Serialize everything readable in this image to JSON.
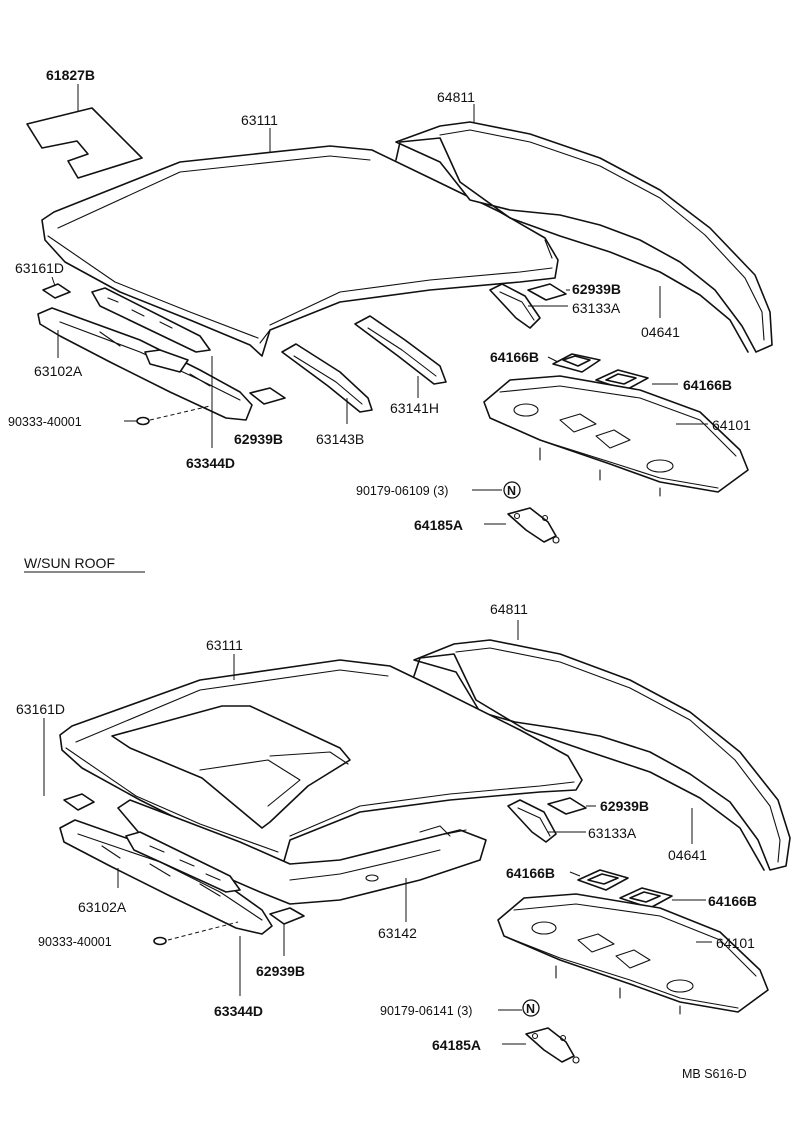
{
  "diagram": {
    "upper": {
      "labels": {
        "p61827B": "61827B",
        "p63111": "63111",
        "p64811": "64811",
        "p63161D": "63161D",
        "p62939B_a": "62939B",
        "p63133A": "63133A",
        "p04641": "04641",
        "p63102A": "63102A",
        "p64166B_a": "64166B",
        "p64166B_b": "64166B",
        "p90333": "90333-40001",
        "p63141H": "63141H",
        "p64101": "64101",
        "p62939B_b": "62939B",
        "p63143B": "63143B",
        "p63344D": "63344D",
        "p90179": "90179-06109 (3)",
        "p64185A": "64185A",
        "nut": "N"
      }
    },
    "section_title": "W/SUN ROOF",
    "lower": {
      "labels": {
        "p64811": "64811",
        "p63111": "63111",
        "p63161D": "63161D",
        "p62939B_a": "62939B",
        "p63133A": "63133A",
        "p04641": "04641",
        "p64166B_a": "64166B",
        "p64166B_b": "64166B",
        "p63102A": "63102A",
        "p64101": "64101",
        "p90333": "90333-40001",
        "p63142": "63142",
        "p62939B_b": "62939B",
        "p63344D": "63344D",
        "p90179": "90179-06141 (3)",
        "p64185A": "64185A",
        "nut": "N"
      }
    },
    "footer_code": "MB  S616-D"
  }
}
